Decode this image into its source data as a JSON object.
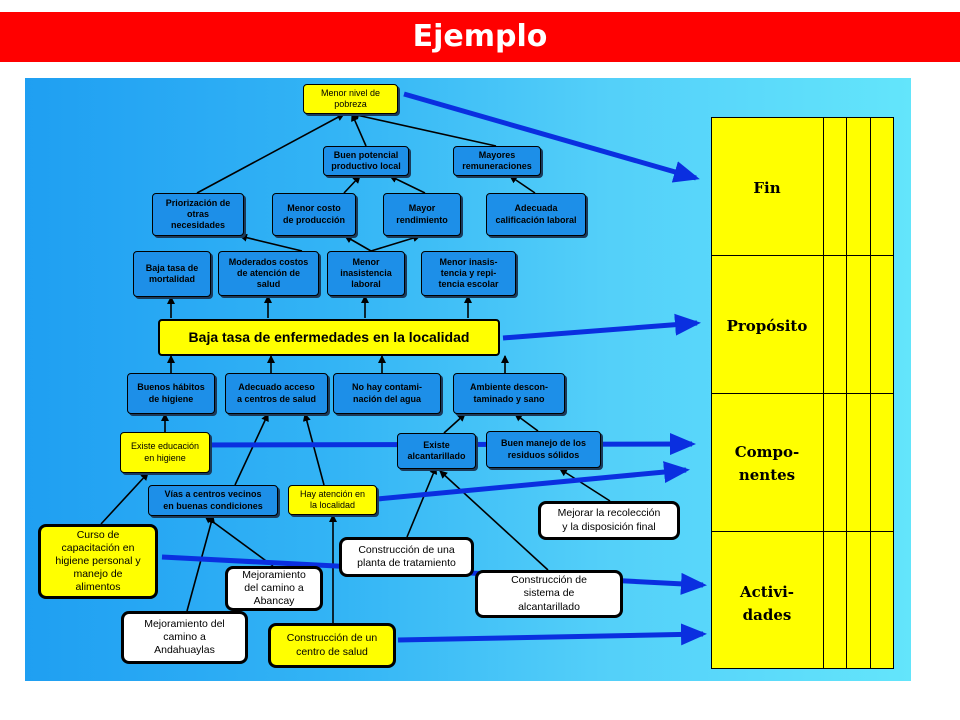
{
  "slide": {
    "title": "Ejemplo"
  },
  "tree": {
    "fin_top": "Menor nivel de\npobreza",
    "productivo": "Buen potencial\nproductivo local",
    "remuneraciones": "Mayores\nremuneraciones",
    "priorizacion": "Priorización de\notras\nnecesidades",
    "menor_costo": "Menor costo\nde producción",
    "mayor_rendimiento": "Mayor\nrendimiento",
    "calificacion": "Adecuada\ncalificación laboral",
    "mortalidad": "Baja tasa de\nmortalidad",
    "costos_salud": "Moderados costos\nde atención de\nsalud",
    "inasistencia": "Menor\ninasistencia\nlaboral",
    "repitencia": "Menor inasis-\ntencia y repi-\ntencia escolar",
    "central": "Baja tasa de enfermedades en la localidad",
    "habitos": "Buenos hábitos\nde higiene",
    "acceso": "Adecuado acceso\na centros de salud",
    "contaminacion": "No hay contami-\nnación del agua",
    "ambiente": "Ambiente descon-\ntaminado y sano",
    "educacion": "Existe educación\nen higiene",
    "alcantarillado": "Existe\nalcantarillado",
    "residuos": "Buen manejo de los\nresiduos sólidos",
    "vias": "Vías a centros vecinos\nen buenas condiciones",
    "atencion": "Hay atención en\nla localidad",
    "recoleccion": "Mejorar la recolección\ny la disposición final",
    "curso": "Curso de\ncapacitación en\nhigiene personal y\nmanejo de\nalimentos",
    "camino_abancay": "Mejoramiento\ndel camino a\nAbancay",
    "planta": "Construcción de una\nplanta de tratamiento",
    "sistema": "Construcción de\nsistema de\nalcantarillado",
    "camino_andahuaylas": "Mejoramiento del\ncamino a\nAndahuaylas",
    "centro_salud": "Construcción de un\ncentro de salud"
  },
  "matrix": {
    "rows": [
      "Fin",
      "Propósito",
      "Compo-\nnentes",
      "Activi-\ndades"
    ]
  },
  "colors": {
    "title_bar": "#ff0000",
    "arrow": "#0a2fe0",
    "box_blue": "#1d8fe8",
    "box_yellow": "#ffff00"
  }
}
